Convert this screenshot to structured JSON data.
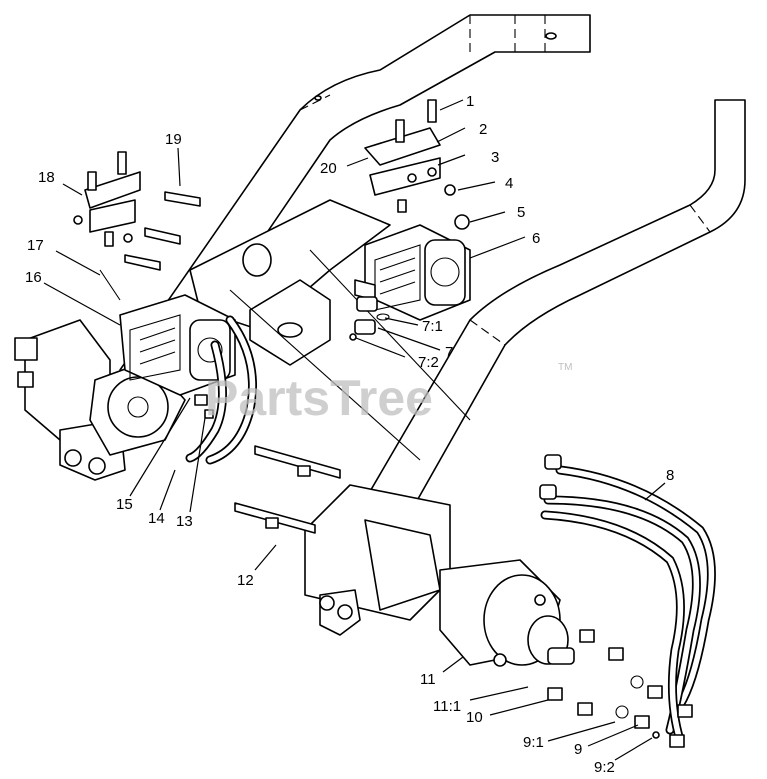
{
  "watermark": {
    "text": "PartsTree",
    "tm": "TM"
  },
  "callouts": {
    "c1": "1",
    "c2": "2",
    "c3": "3",
    "c4": "4",
    "c5": "5",
    "c6": "6",
    "c7": "7",
    "c7_1": "7:1",
    "c7_2": "7:2",
    "c8": "8",
    "c9": "9",
    "c9_1": "9:1",
    "c9_2": "9:2",
    "c10": "10",
    "c11": "11",
    "c11_1": "11:1",
    "c12": "12",
    "c13": "13",
    "c14": "14",
    "c15": "15",
    "c16": "16",
    "c17": "17",
    "c18": "18",
    "c19": "19",
    "c20": "20"
  }
}
